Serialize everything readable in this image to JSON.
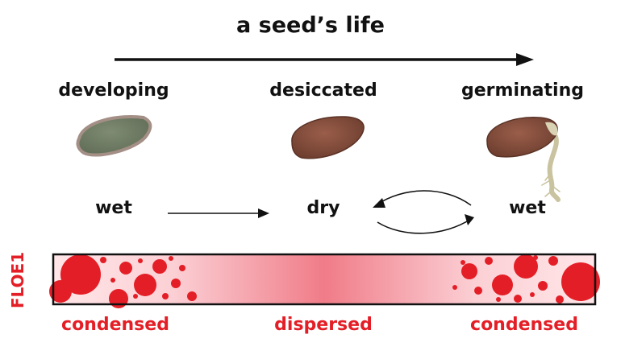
{
  "title": "a seed’s life",
  "stages": [
    "developing",
    "desiccated",
    "germinating"
  ],
  "states": [
    "wet",
    "dry",
    "wet"
  ],
  "protein_label": "FLOE1",
  "floe_states": [
    "condensed",
    "dispersed",
    "condensed"
  ],
  "colors": {
    "accent_red": "#e41e26",
    "seed_green": "#6f7d64",
    "seed_brown": "#7c4a3a",
    "root": "#c9c39f"
  }
}
